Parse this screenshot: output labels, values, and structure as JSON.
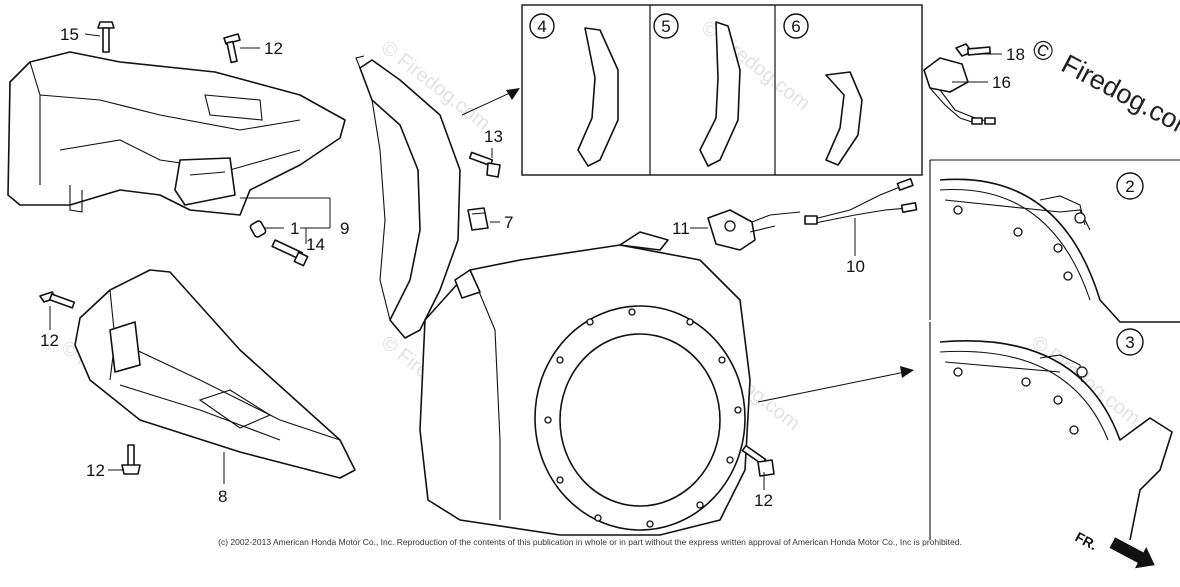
{
  "brand": {
    "copyright_symbol": "©",
    "name": "Firedog.com"
  },
  "watermark_text": "© Firedog.com",
  "footer_text": "(c) 2002-2013 American Honda Motor Co., Inc. Reproduction of the contents of this publication in whole or in part without the express written approval of American Honda Motor Co., Inc is prohibited.",
  "direction_label": "FR.",
  "callouts": {
    "c15": "15",
    "c12_top": "12",
    "c1": "1",
    "c14": "14",
    "c9": "9",
    "c12_left": "12",
    "c12_bottom": "12",
    "c8": "8",
    "c13": "13",
    "c7": "7",
    "c11": "11",
    "c10": "10",
    "c18": "18",
    "c16": "16",
    "c12_right": "12"
  },
  "circled_callouts": {
    "v4": "4",
    "v5": "5",
    "v6": "6",
    "v2": "2",
    "v3": "3"
  },
  "colors": {
    "line": "#111111",
    "background": "#ffffff",
    "watermark": "#e2e2e2"
  }
}
